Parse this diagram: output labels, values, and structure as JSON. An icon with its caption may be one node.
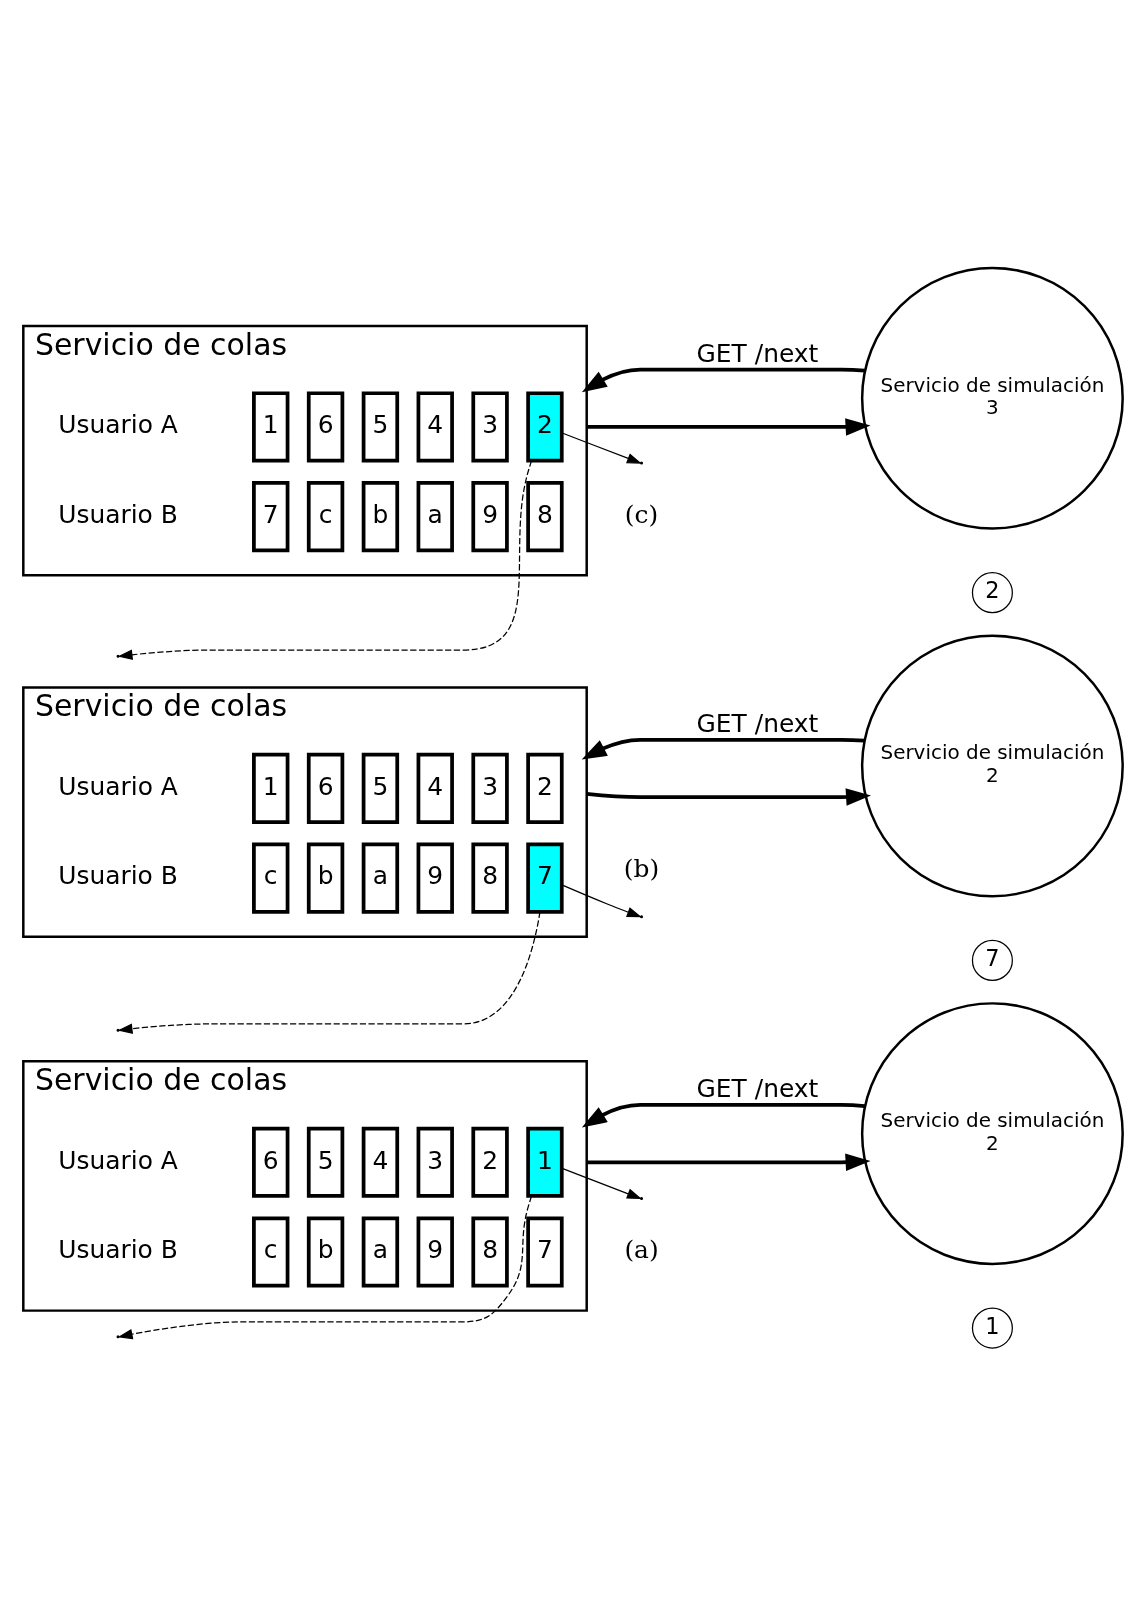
{
  "diagram": {
    "nodes": [
      {
        "text": [
          "Servicio de colas"
        ]
      },
      {
        "text": [
          "6"
        ],
        "in": 0
      },
      {
        "text": [
          "5"
        ],
        "in": 0
      },
      {
        "text": [
          "4"
        ],
        "in": 0
      },
      {
        "text": [
          "3"
        ],
        "in": 0
      },
      {
        "text": [
          "2"
        ],
        "in": 0
      },
      {
        "text": [
          "1"
        ],
        "in": 0
      },
      {
        "text": [
          "c"
        ],
        "in": 0
      },
      {
        "text": [
          "b"
        ],
        "in": 0
      },
      {
        "text": [
          "a"
        ],
        "in": 0
      },
      {
        "text": [
          "9"
        ],
        "in": 0
      },
      {
        "text": [
          "8"
        ],
        "in": 0
      },
      {
        "text": [
          "7"
        ],
        "in": 0
      },
      {
        "text": [
          "Servicio de simulación",
          "2"
        ]
      },
      {
        "text": [
          "1"
        ]
      },
      {
        "text": [
          "Servicio de colas"
        ]
      },
      {
        "text": [
          "1"
        ],
        "in": 15
      },
      {
        "text": [
          "6"
        ],
        "in": 15
      },
      {
        "text": [
          "5"
        ],
        "in": 15
      },
      {
        "text": [
          "4"
        ],
        "in": 15
      },
      {
        "text": [
          "3"
        ],
        "in": 15
      },
      {
        "text": [
          "2"
        ],
        "in": 15
      },
      {
        "text": [
          "c"
        ],
        "in": 15
      },
      {
        "text": [
          "b"
        ],
        "in": 15
      },
      {
        "text": [
          "a"
        ],
        "in": 15
      },
      {
        "text": [
          "9"
        ],
        "in": 15
      },
      {
        "text": [
          "8"
        ],
        "in": 15
      },
      {
        "text": [
          "7"
        ],
        "in": 15
      },
      {
        "text": [
          "Servicio de simulación",
          "2"
        ]
      },
      {
        "text": [
          "7"
        ]
      },
      {
        "text": [
          "Servicio de colas"
        ]
      },
      {
        "text": [
          "1"
        ],
        "in": 30
      },
      {
        "text": [
          "6"
        ],
        "in": 30
      },
      {
        "text": [
          "5"
        ],
        "in": 30
      },
      {
        "text": [
          "4"
        ],
        "in": 30
      },
      {
        "text": [
          "3"
        ],
        "in": 30
      },
      {
        "text": [
          "2"
        ],
        "in": 30
      },
      {
        "text": [
          "7"
        ],
        "in": 30
      },
      {
        "text": [
          "c"
        ],
        "in": 30
      },
      {
        "text": [
          "b"
        ],
        "in": 30
      },
      {
        "text": [
          "a"
        ],
        "in": 30
      },
      {
        "text": [
          "9"
        ],
        "in": 30
      },
      {
        "text": [
          "8"
        ],
        "in": 30
      },
      {
        "text": [
          "Servicio de simulación",
          "3"
        ]
      },
      {
        "text": [
          "2"
        ]
      }
    ],
    "edges": [
      {
        "from": 6,
        "to": null,
        "arrow": "to",
        "style": "dashed"
      },
      {
        "from": 6,
        "to": null,
        "arrow": "to"
      },
      {
        "from": 13,
        "to": 0,
        "arrow": "to",
        "style": "thick",
        "label": "GET /next"
      },
      {
        "from": 0,
        "to": 13,
        "arrow": "to",
        "style": "thick"
      },
      {
        "from": 27,
        "to": null,
        "arrow": "to",
        "style": "dashed"
      },
      {
        "from": 27,
        "to": null,
        "arrow": "to"
      },
      {
        "from": 28,
        "to": 15,
        "arrow": "to",
        "style": "thick",
        "label": "GET /next"
      },
      {
        "from": 15,
        "to": 28,
        "arrow": "to",
        "style": "thick"
      },
      {
        "from": 36,
        "to": null,
        "arrow": "to",
        "style": "dashed"
      },
      {
        "from": 36,
        "to": null,
        "arrow": "to"
      },
      {
        "from": 43,
        "to": 30,
        "arrow": "to",
        "style": "thick",
        "label": "GET /next"
      },
      {
        "from": 30,
        "to": 43,
        "arrow": "to",
        "style": "thick"
      }
    ],
    "labels": [
      "Usuario A",
      "Usuario B",
      "(a)",
      "Usuario A",
      "Usuario B",
      "(b)",
      "Usuario A",
      "Usuario B",
      "(c)"
    ]
  }
}
